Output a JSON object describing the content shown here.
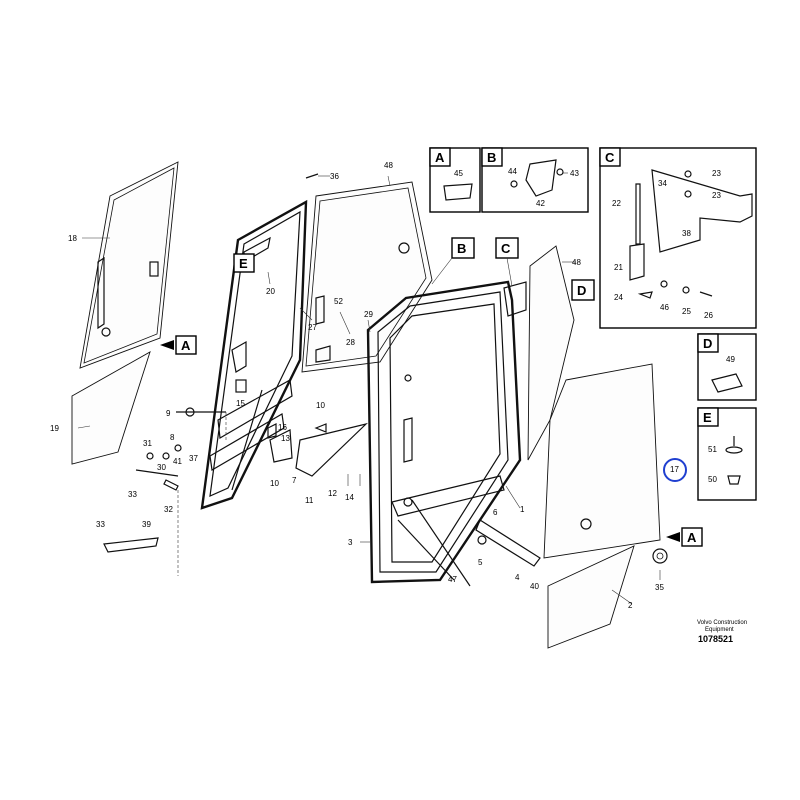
{
  "callout_labels": {
    "l1": "1",
    "l2": "2",
    "l3": "3",
    "l4": "4",
    "l5": "5",
    "l6": "6",
    "l7": "7",
    "l8": "8",
    "l9": "9",
    "l10a": "10",
    "l10b": "10",
    "l11": "11",
    "l12": "12",
    "l13": "13",
    "l14": "14",
    "l15": "15",
    "l16": "16",
    "l17": "17",
    "l18": "18",
    "l19": "19",
    "l20": "20",
    "l27": "27",
    "l28": "28",
    "l29": "29",
    "l30": "30",
    "l31": "31",
    "l32": "32",
    "l33a": "33",
    "l33b": "33",
    "l35": "35",
    "l36": "36",
    "l37": "37",
    "l39": "39",
    "l40": "40",
    "l41": "41",
    "l47": "47",
    "l48a": "48",
    "l48b": "48",
    "l52": "52"
  },
  "view_markers": {
    "a1": "A",
    "a2": "A",
    "b": "B",
    "c": "C",
    "d": "D",
    "e": "E"
  },
  "detail_boxes": {
    "A": {
      "letter": "A",
      "labels": [
        "45"
      ]
    },
    "B": {
      "letter": "B",
      "labels": [
        "44",
        "43",
        "42"
      ]
    },
    "C": {
      "letter": "C",
      "labels": [
        "23",
        "34",
        "23",
        "22",
        "38",
        "21",
        "24",
        "46",
        "25",
        "26"
      ]
    },
    "D": {
      "letter": "D",
      "labels": [
        "49"
      ]
    },
    "E": {
      "letter": "E",
      "labels": [
        "51",
        "50"
      ]
    }
  },
  "footer": {
    "company_line1": "Volvo Construction",
    "company_line2": "Equipment",
    "drawing_number": "1078521"
  },
  "highlight": {
    "label": "17",
    "color": "#1f3fd0"
  }
}
